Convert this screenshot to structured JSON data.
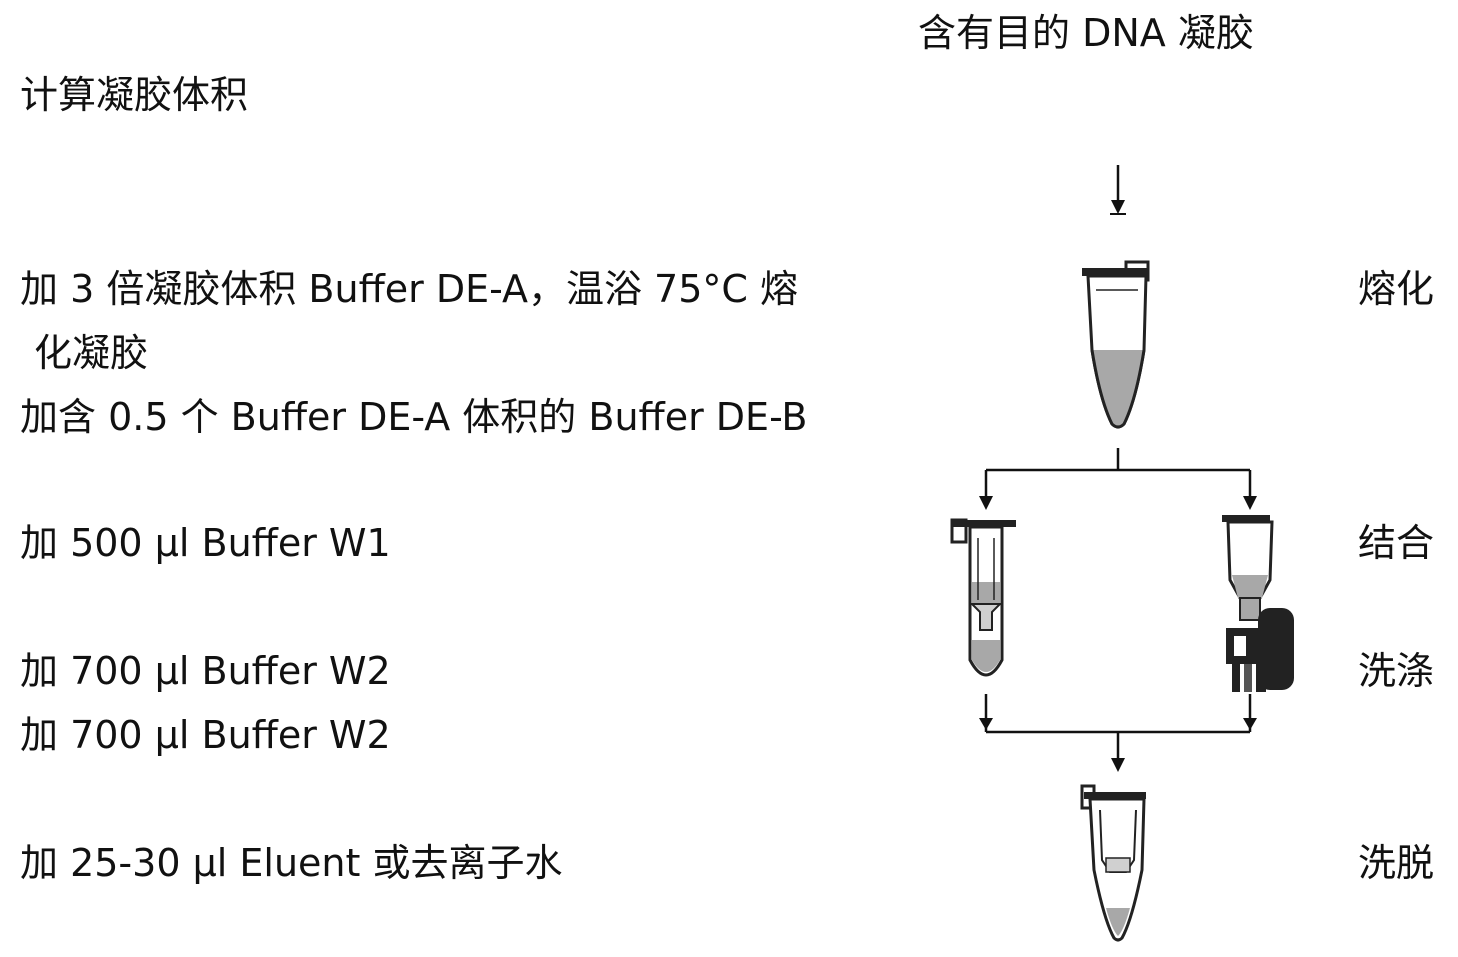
{
  "header": {
    "title": "含有目的 DNA 凝胶"
  },
  "steps": [
    {
      "id": "calc",
      "text": "计算凝胶体积"
    },
    {
      "id": "dissolve_1",
      "text": "加 3 倍凝胶体积  Buffer DE-A，温浴 75°C 熔"
    },
    {
      "id": "dissolve_2",
      "text": "化凝胶"
    },
    {
      "id": "add_deb",
      "text": "加含 0.5 个 Buffer DE-A 体积的 Buffer DE-B"
    },
    {
      "id": "add_w1",
      "text": "加 500 μl Buffer W1"
    },
    {
      "id": "add_w2_a",
      "text": "加 700 μl Buffer W2"
    },
    {
      "id": "add_w2_b",
      "text": "加 700 μl Buffer W2"
    },
    {
      "id": "elute",
      "text": "加 25-30 μl Eluent 或去离子水"
    }
  ],
  "stages": {
    "melt": "熔化",
    "bind": "结合",
    "wash": "洗涤",
    "elute": "洗脱"
  },
  "colors": {
    "ink": "#111111",
    "liquid": "#a8a8a8",
    "cap_dark": "#222222"
  }
}
